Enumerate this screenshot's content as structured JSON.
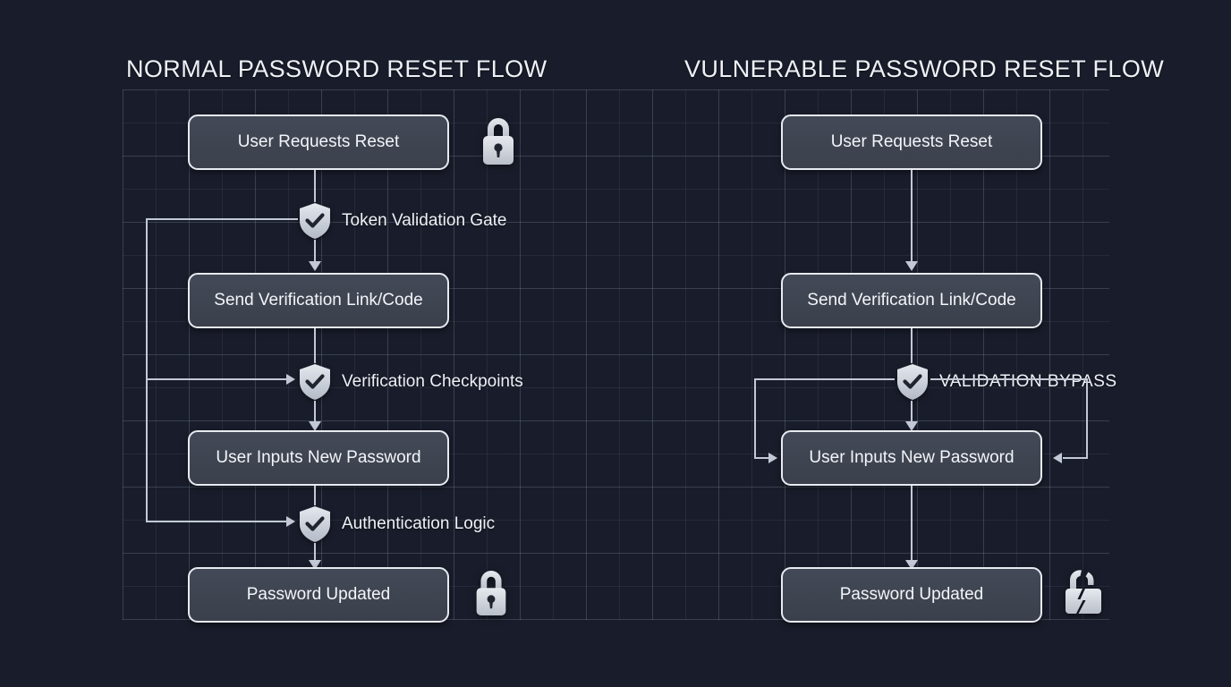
{
  "canvas": {
    "background_color": "#191d2b",
    "grid_color": "#96a2b9",
    "node_fill_color": "#3e4450",
    "node_border_color": "#e7eaf0",
    "connector_color": "#c3c9d4",
    "icon_color": "#ccd2da",
    "text_color": "#eef1f6"
  },
  "panels": [
    {
      "id": "normal",
      "title": "NORMAL PASSWORD RESET FLOW",
      "nodes": [
        {
          "id": "n1",
          "label": "User Requests Reset"
        },
        {
          "id": "n2",
          "label": "Send Verification Link/Code"
        },
        {
          "id": "n3",
          "label": "User Inputs New Password"
        },
        {
          "id": "n4",
          "label": "Password Updated"
        }
      ],
      "gates": [
        {
          "id": "g1",
          "label": "Token Validation Gate",
          "icon": "shield-check-icon"
        },
        {
          "id": "g2",
          "label": "Verification Checkpoints",
          "icon": "shield-check-icon"
        },
        {
          "id": "g3",
          "label": "Authentication Logic",
          "icon": "shield-check-icon"
        }
      ],
      "stickers": [
        {
          "id": "s1",
          "icon": "padlock-closed-icon"
        },
        {
          "id": "s2",
          "icon": "padlock-closed-icon"
        }
      ]
    },
    {
      "id": "vulnerable",
      "title": "VULNERABLE PASSWORD RESET FLOW",
      "nodes": [
        {
          "id": "v1",
          "label": "User Requests Reset"
        },
        {
          "id": "v2",
          "label": "Send Verification Link/Code"
        },
        {
          "id": "v3",
          "label": "User Inputs New Password"
        },
        {
          "id": "v4",
          "label": "Password Updated"
        }
      ],
      "gates": [
        {
          "id": "vg1",
          "label": "VALIDATION BYPASS",
          "icon": "shield-check-icon"
        }
      ],
      "stickers": [
        {
          "id": "vs1",
          "icon": "padlock-broken-icon"
        }
      ]
    }
  ]
}
